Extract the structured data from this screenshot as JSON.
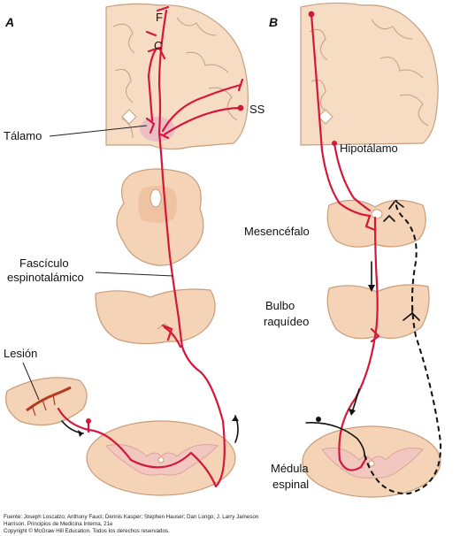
{
  "panels": {
    "a": "A",
    "b": "B"
  },
  "labels_a": {
    "f": "F",
    "c": "C",
    "ss": "SS",
    "talamo": "Tálamo",
    "fasciculo_1": "Fascículo",
    "fasciculo_2": "espinotalámico",
    "lesion": "Lesión"
  },
  "labels_b": {
    "hipotalamo": "Hipotálamo",
    "mesencefalo": "Mesencéfalo",
    "bulbo_1": "Bulbo",
    "bulbo_2": "raquídeo",
    "medula_1": "Médula",
    "medula_2": "espinal"
  },
  "credit": {
    "line1": "Fuente: Joseph Loscalzo; Anthony Fauci; Dennis Kasper; Stephen Hauser; Dan Longo; J. Larry Jameson",
    "line2": "Harrison. Principios de Medicina Interna, 21e",
    "line3": "Copyright © McGraw Hill Education. Todos los derechos reservados."
  },
  "colors": {
    "pathway": "#d4173a",
    "tissue": "#f4d3b6",
    "outline": "#c99c7a"
  }
}
